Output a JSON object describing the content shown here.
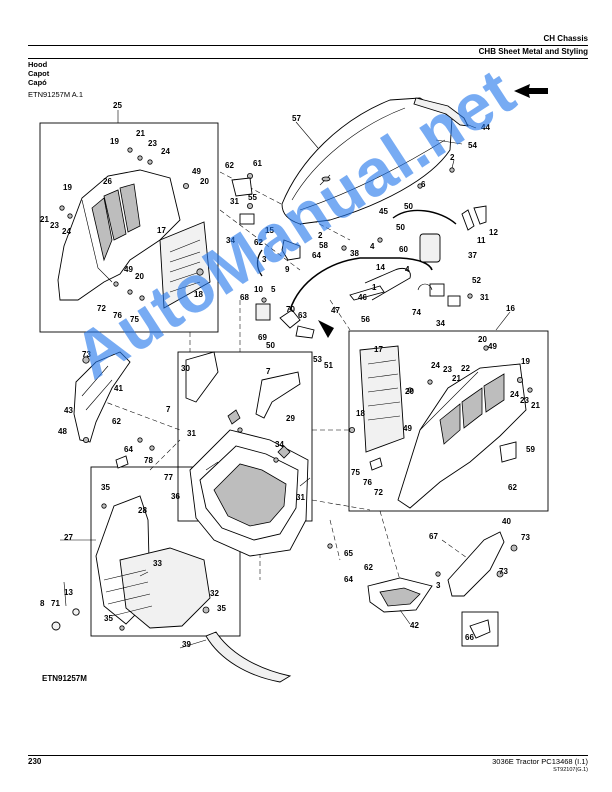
{
  "header": {
    "section": "CH  Chassis",
    "subsection": "CHB  Sheet Metal and Styling"
  },
  "title": {
    "en": "Hood",
    "fr": "Capot",
    "es": "Capó"
  },
  "figure_ref": "ETN91257M A.1",
  "figure_id": "ETN91257M",
  "watermark": "AutoManual.net",
  "callouts": [
    "25",
    "19",
    "21",
    "23",
    "24",
    "19",
    "21",
    "23",
    "24",
    "26",
    "17",
    "49",
    "20",
    "49",
    "20",
    "18",
    "72",
    "76",
    "75",
    "62",
    "61",
    "31",
    "55",
    "34",
    "62",
    "15",
    "3",
    "9",
    "68",
    "10",
    "5",
    "69",
    "70",
    "50",
    "63",
    "57",
    "2",
    "64",
    "58",
    "4",
    "38",
    "14",
    "46",
    "1",
    "47",
    "56",
    "53",
    "51",
    "45",
    "50",
    "6",
    "50",
    "60",
    "4",
    "12",
    "11",
    "37",
    "52",
    "31",
    "34",
    "74",
    "44",
    "54",
    "2",
    "73",
    "41",
    "43",
    "62",
    "48",
    "64",
    "78",
    "7",
    "30",
    "31",
    "7",
    "29",
    "34",
    "77",
    "36",
    "31",
    "35",
    "28",
    "27",
    "33",
    "13",
    "71",
    "8",
    "32",
    "35",
    "35",
    "39",
    "17",
    "24",
    "23",
    "21",
    "20",
    "49",
    "22",
    "19",
    "24",
    "23",
    "21",
    "18",
    "20",
    "49",
    "75",
    "76",
    "72",
    "16",
    "59",
    "62",
    "65",
    "64",
    "67",
    "40",
    "73",
    "73",
    "62",
    "3",
    "42",
    "66"
  ],
  "footer": {
    "page_number": "230",
    "document": "3036E Tractor    PC13468    (I.1)",
    "code": "ST92107(G.1)"
  }
}
